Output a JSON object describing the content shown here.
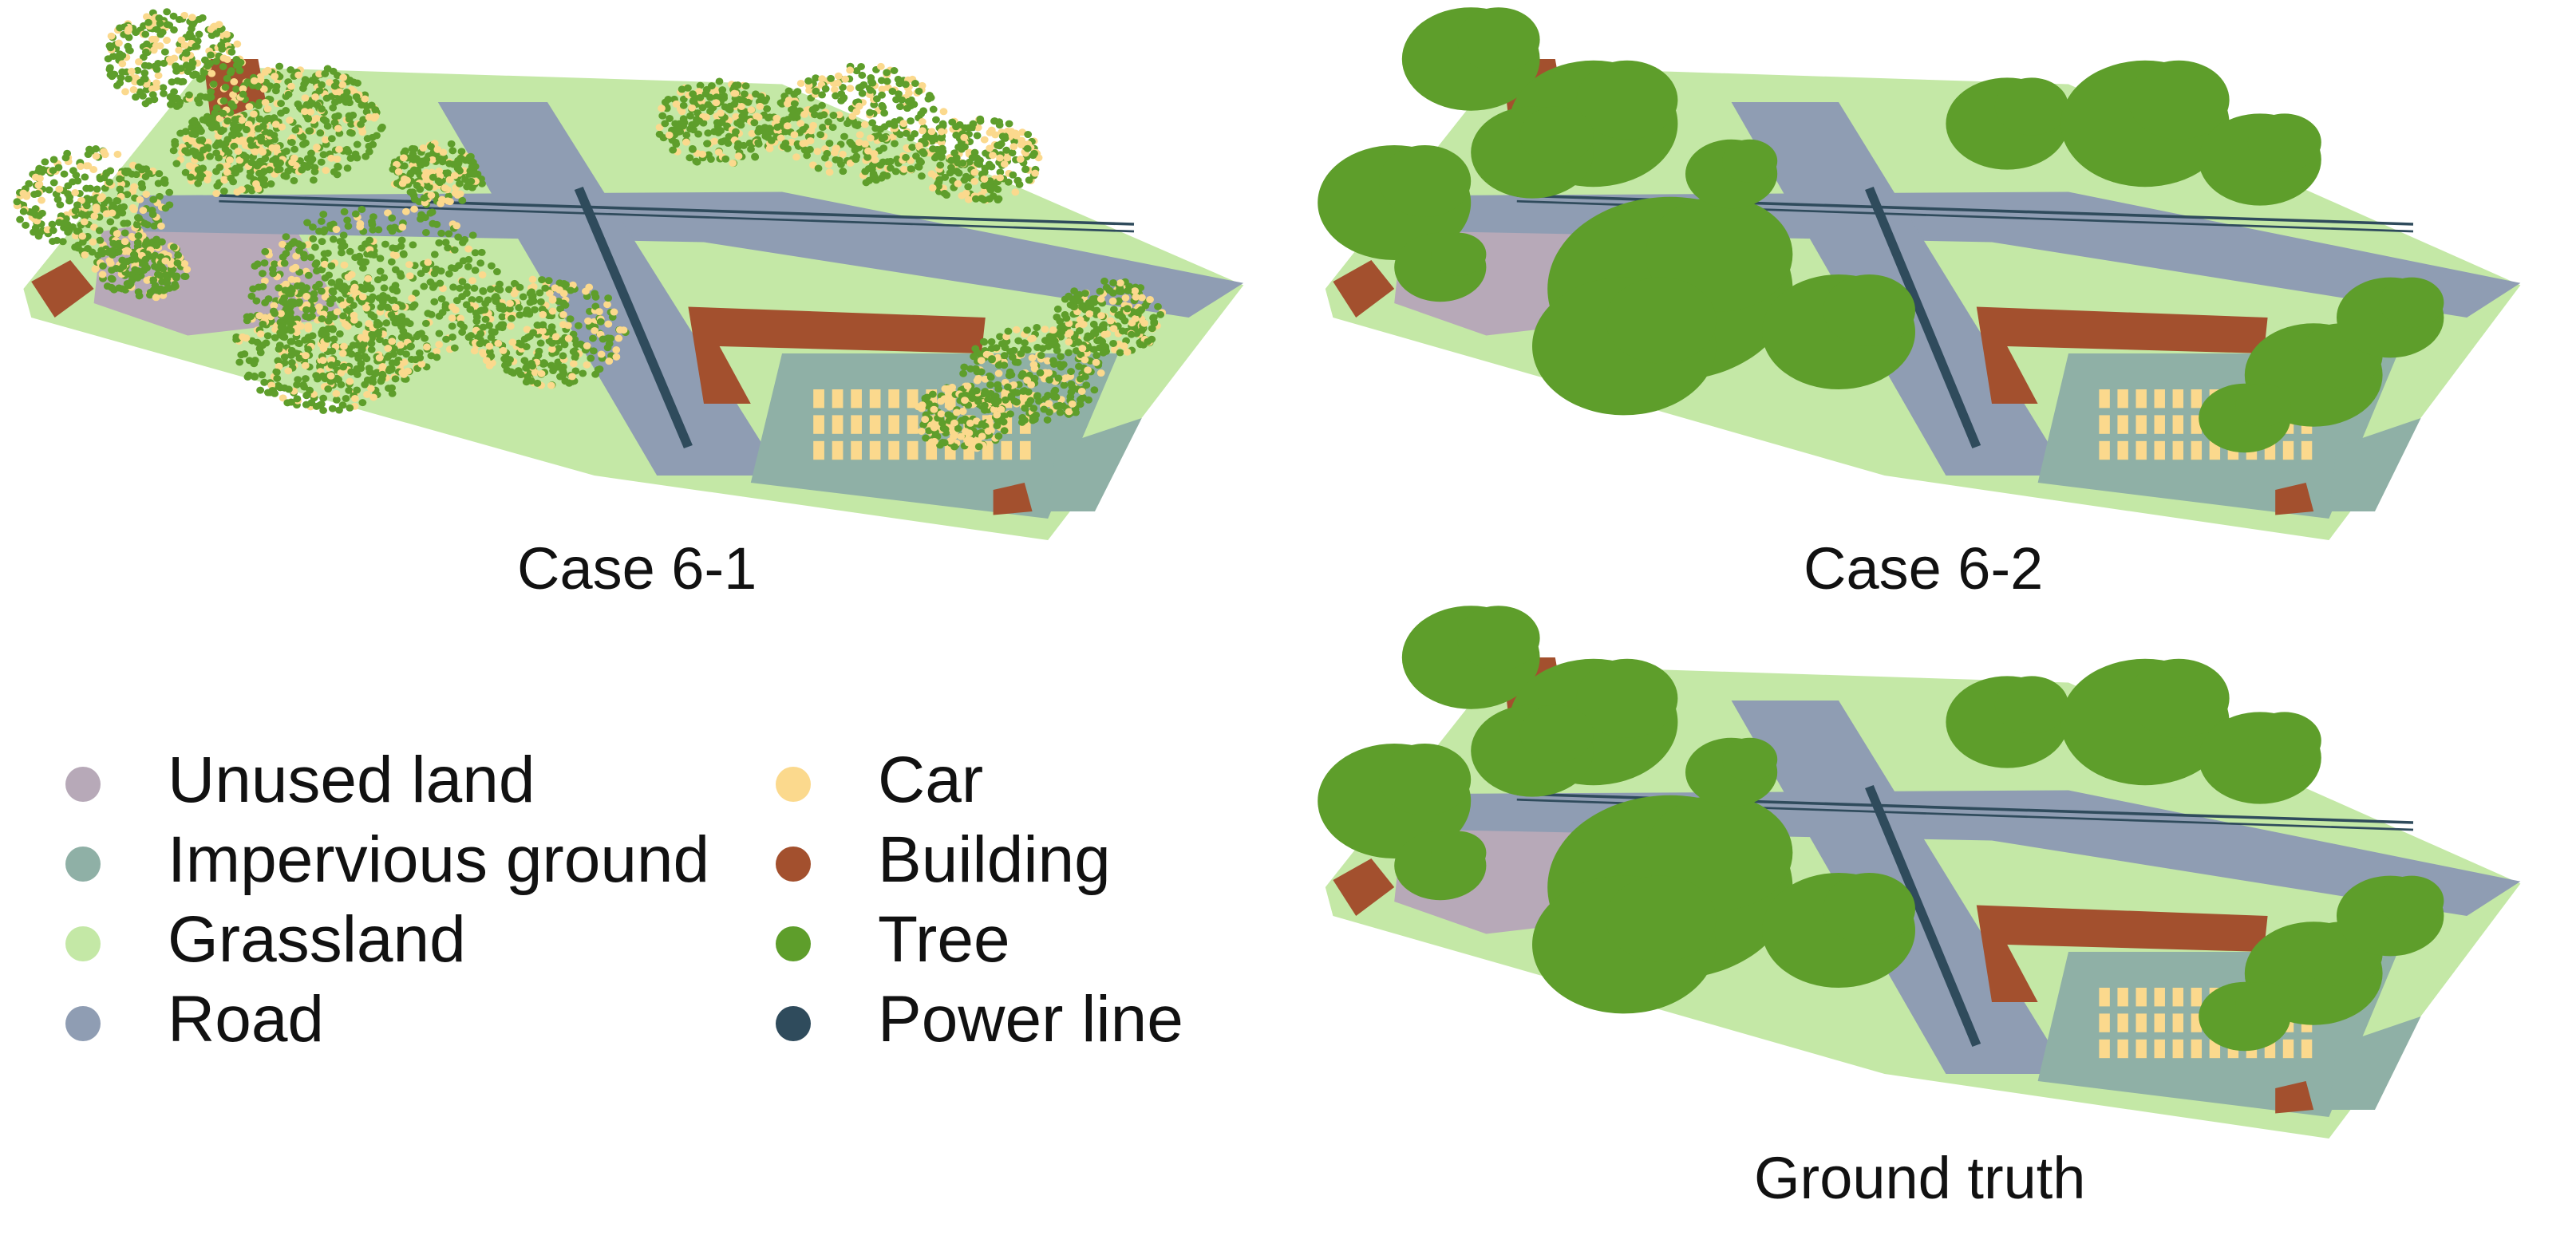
{
  "panels": [
    {
      "id": "case-6-1",
      "caption": "Case 6-1",
      "style": "noisy"
    },
    {
      "id": "case-6-2",
      "caption": "Case 6-2",
      "style": "clean"
    },
    {
      "id": "ground-truth",
      "caption": "Ground truth",
      "style": "clean"
    }
  ],
  "legend": {
    "items": [
      {
        "label": "Unused land",
        "color": "#b7a9b8"
      },
      {
        "label": "Impervious ground",
        "color": "#8fb0a6"
      },
      {
        "label": "Grassland",
        "color": "#c4e8a6"
      },
      {
        "label": "Road",
        "color": "#8f9db3"
      },
      {
        "label": "Car",
        "color": "#fbd98d"
      },
      {
        "label": "Building",
        "color": "#a3502e"
      },
      {
        "label": "Tree",
        "color": "#5e9e2b"
      },
      {
        "label": "Power line",
        "color": "#2f4b5c"
      }
    ]
  }
}
